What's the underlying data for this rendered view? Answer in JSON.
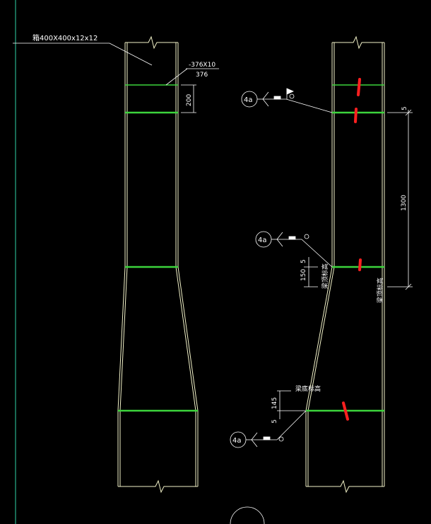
{
  "colors": {
    "background": "#000000",
    "frame_line": "#2fd3a8",
    "outline": "#f2f2c8",
    "weld_plate": "#3cd43c",
    "annotation": "#ffffff",
    "markup": "#ff2020"
  },
  "labels": {
    "section": "箱400X400x12x12",
    "plate_size": "-376X10",
    "plate_width": "376",
    "dim_200": "200",
    "weld_symbol": "4a",
    "dim_5": "5",
    "dim_1300": "1300",
    "dim_150": "150",
    "dim_145": "145",
    "beam_top_a": "梁顶标高",
    "beam_top_b": "梁顶标高",
    "beam_bottom": "梁底标高"
  }
}
